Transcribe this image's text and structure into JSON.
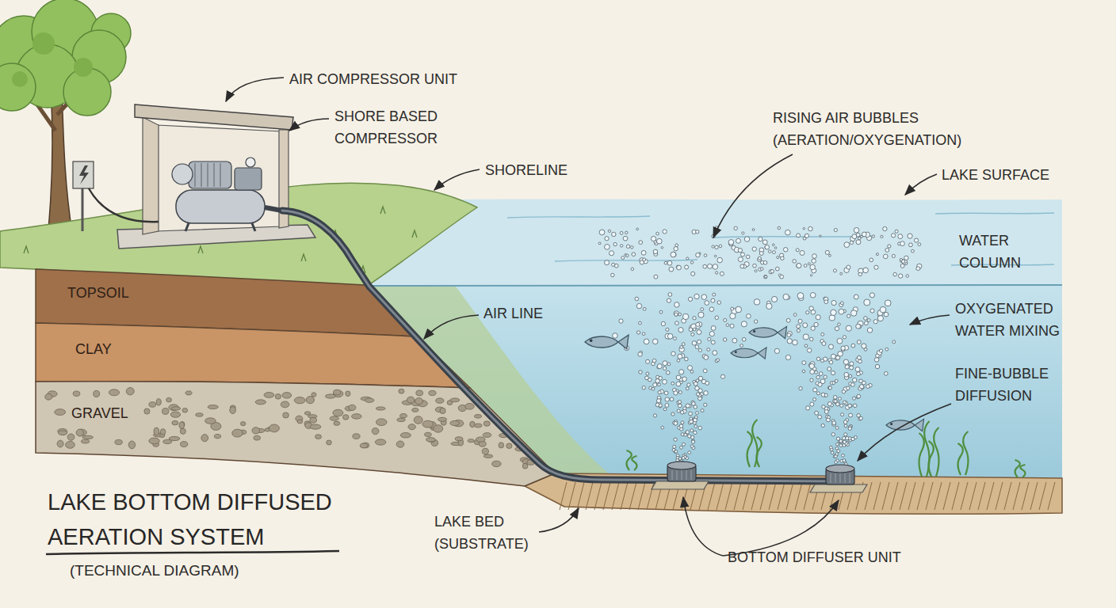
{
  "diagram": {
    "title": "LAKE BOTTOM DIFFUSED AERATION SYSTEM",
    "caption": "(TECHNICAL DIAGRAM)",
    "nodes": [
      {
        "text": [
          "TOPSOIL"
        ]
      },
      {
        "text": [
          "CLAY"
        ]
      },
      {
        "text": [
          "GRAVEL"
        ]
      }
    ],
    "labels": [
      "AIR COMPRESSOR UNIT",
      "SHORE BASED COMPRESSOR",
      "SHORELINE",
      "RISING AIR BUBBLES (AERATION/OXYGENATION)",
      "LAKE SURFACE",
      "WATER COLUMN",
      "OXYGENATED WATER MIXING",
      "AIR LINE",
      "FINE-BUBBLE DIFFUSION",
      "LAKE BED (SUBSTRATE)",
      "BOTTOM DIFFUSER UNIT"
    ]
  }
}
